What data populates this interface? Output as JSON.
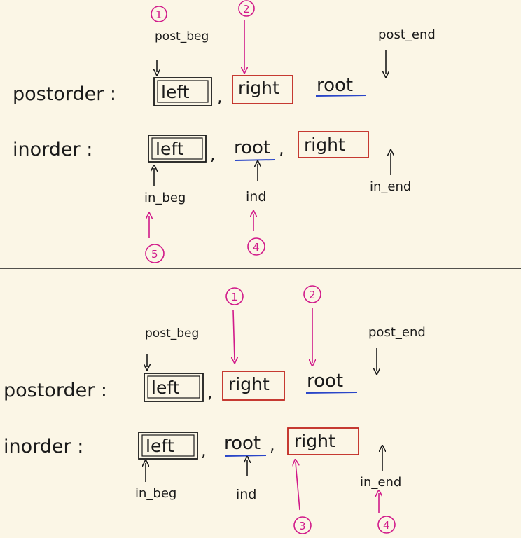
{
  "colors": {
    "background": "#fbf6e6",
    "ink": "#1a1a1a",
    "pink": "#d11a8a",
    "red_box": "#c0261f",
    "blue_underline": "#2a46c8"
  },
  "panels": [
    {
      "labels": {
        "postorder": "postorder :",
        "inorder": "inorder :",
        "post_beg": "post_beg",
        "post_end": "post_end",
        "in_beg": "in_beg",
        "in_end": "in_end",
        "ind": "ind"
      },
      "postorder": {
        "left": "left",
        "sep1": ",",
        "right": "right",
        "root": "root"
      },
      "inorder": {
        "left": "left",
        "sep1": ",",
        "root": "root",
        "sep2": ",",
        "right": "right"
      },
      "markers": [
        "1",
        "2",
        "4",
        "5"
      ]
    },
    {
      "labels": {
        "postorder": "postorder :",
        "inorder": "inorder :",
        "post_beg": "post_beg",
        "post_end": "post_end",
        "in_beg": "in_beg",
        "in_end": "in_end",
        "ind": "ind"
      },
      "postorder": {
        "left": "left",
        "sep1": ",",
        "right": "right",
        "root": "root"
      },
      "inorder": {
        "left": "left",
        "sep1": ",",
        "root": "root",
        "sep2": ",",
        "right": "right"
      },
      "markers": [
        "1",
        "2",
        "3",
        "4"
      ]
    }
  ]
}
